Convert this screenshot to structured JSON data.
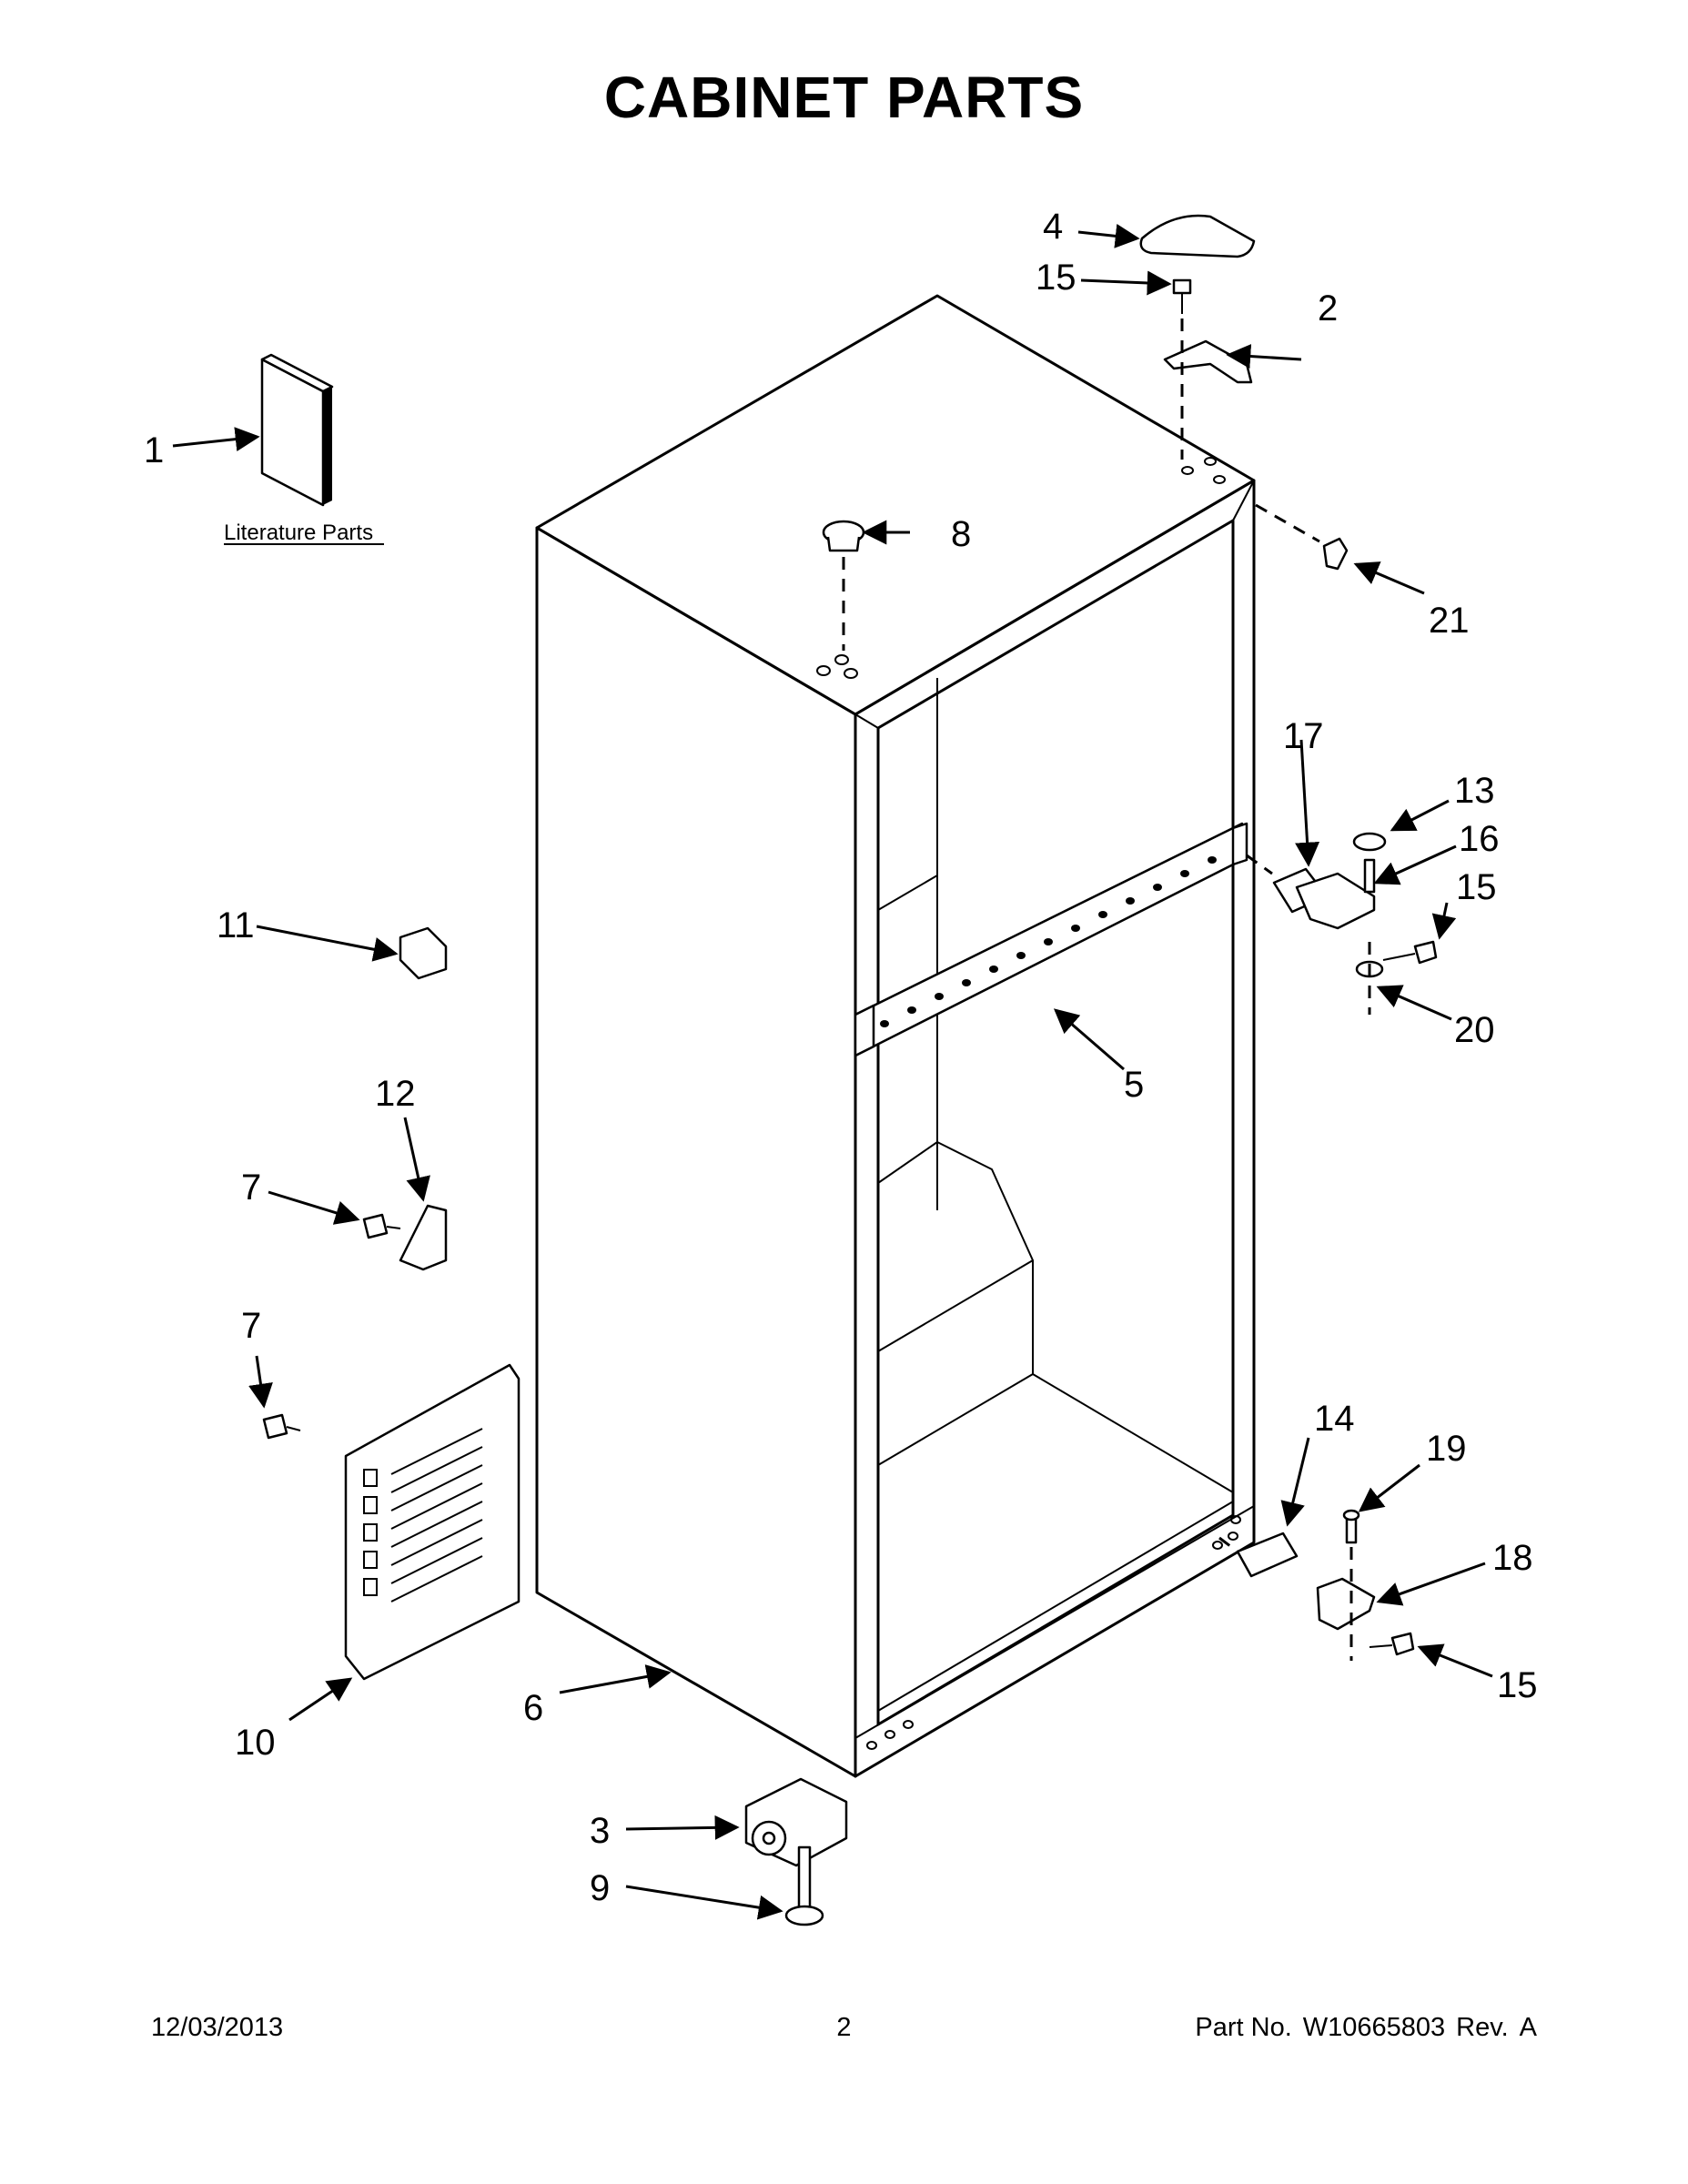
{
  "title": "CABINET PARTS",
  "literature_label": "Literature Parts",
  "callouts": {
    "c1": "1",
    "c2": "2",
    "c3": "3",
    "c4": "4",
    "c5": "5",
    "c6": "6",
    "c7a": "7",
    "c7b": "7",
    "c8": "8",
    "c9": "9",
    "c10": "10",
    "c11": "11",
    "c12": "12",
    "c13": "13",
    "c14": "14",
    "c15a": "15",
    "c15b": "15",
    "c15c": "15",
    "c16": "16",
    "c17": "17",
    "c18": "18",
    "c19": "19",
    "c20": "20",
    "c21": "21"
  },
  "footer": {
    "date": "12/03/2013",
    "page": "2",
    "part_label": "Part No.",
    "part_number": "W10665803",
    "rev_label": "Rev.",
    "rev_value": "A"
  }
}
